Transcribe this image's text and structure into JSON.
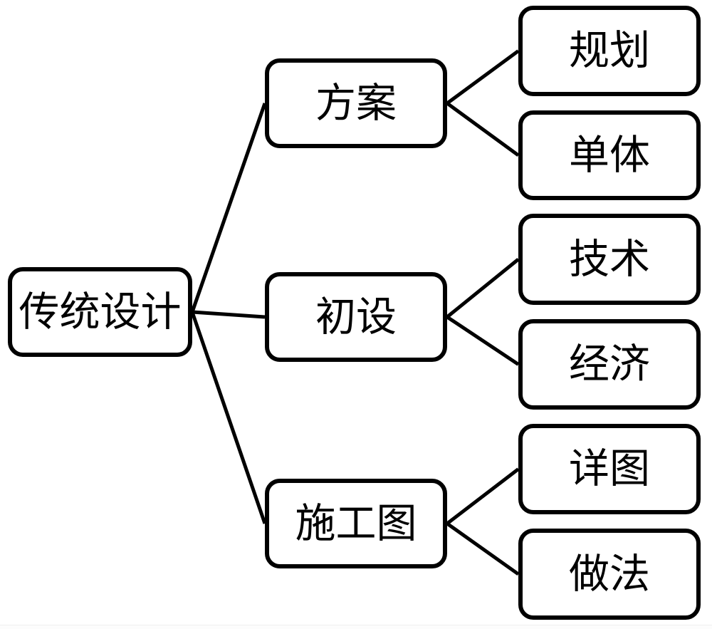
{
  "diagram": {
    "title": "traditional-design-process-tree",
    "root": {
      "id": "root",
      "label": "传统设计"
    },
    "level2": [
      {
        "id": "fangan",
        "label": "方案"
      },
      {
        "id": "chushe",
        "label": "初设"
      },
      {
        "id": "shigongtu",
        "label": "施工图"
      }
    ],
    "level3": [
      {
        "id": "guihua",
        "label": "规划",
        "parent": "fangan"
      },
      {
        "id": "danti",
        "label": "单体",
        "parent": "fangan"
      },
      {
        "id": "jishu",
        "label": "技术",
        "parent": "chushe"
      },
      {
        "id": "jingji",
        "label": "经济",
        "parent": "chushe"
      },
      {
        "id": "xiangtu",
        "label": "详图",
        "parent": "shigongtu"
      },
      {
        "id": "zuofa",
        "label": "做法",
        "parent": "shigongtu"
      }
    ],
    "edges": [
      {
        "from": "root",
        "to": "fangan"
      },
      {
        "from": "root",
        "to": "chushe"
      },
      {
        "from": "root",
        "to": "shigongtu"
      },
      {
        "from": "fangan",
        "to": "guihua"
      },
      {
        "from": "fangan",
        "to": "danti"
      },
      {
        "from": "chushe",
        "to": "jishu"
      },
      {
        "from": "chushe",
        "to": "jingji"
      },
      {
        "from": "shigongtu",
        "to": "xiangtu"
      },
      {
        "from": "shigongtu",
        "to": "zuofa"
      }
    ],
    "colors": {
      "node_border": "#000000",
      "node_fill": "#ffffff",
      "line": "#000000",
      "background": "#ffffff"
    },
    "line_width": 5
  }
}
